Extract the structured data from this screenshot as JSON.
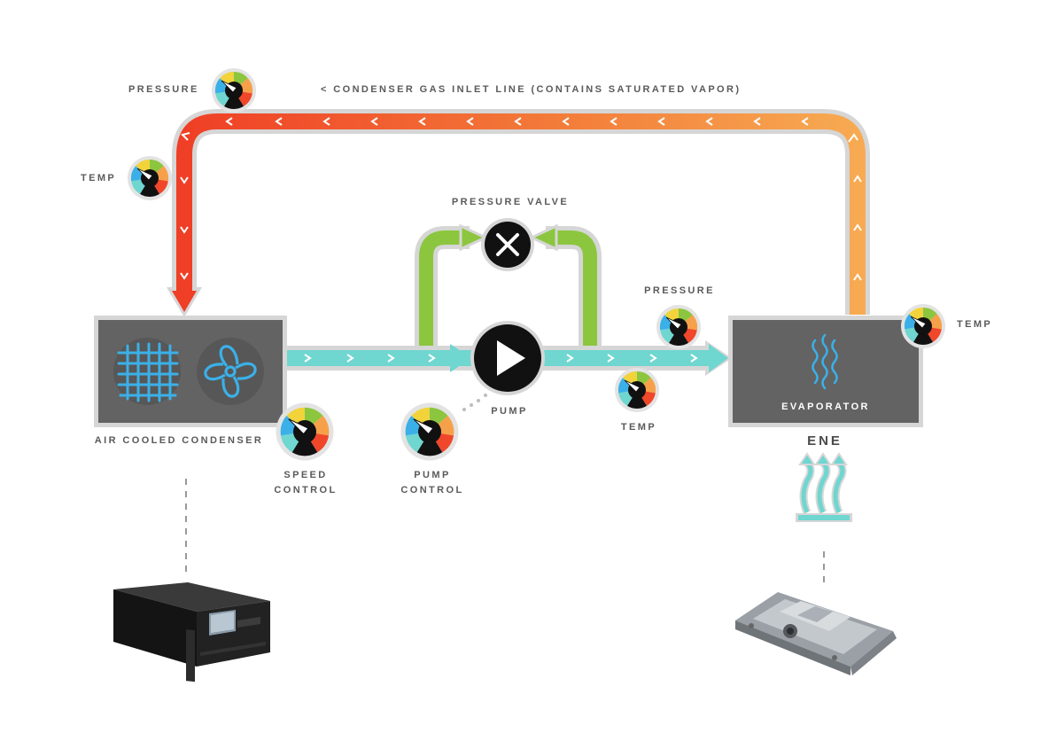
{
  "labels": {
    "inlet_line": "< CONDENSER GAS INLET LINE (CONTAINS SATURATED VAPOR)",
    "pressure_top": "PRESSURE",
    "temp_left": "TEMP",
    "pressure_valve": "PRESSURE VALVE",
    "pressure_right": "PRESSURE",
    "temp_right_evap": "TEMP",
    "temp_mid": "TEMP",
    "pump": "PUMP",
    "air_cooled_condenser": "AIR COOLED CONDENSER",
    "speed_control_1": "SPEED",
    "speed_control_2": "CONTROL",
    "pump_control_1": "PUMP",
    "pump_control_2": "CONTROL",
    "evaporator": "EVAPORATOR",
    "ene": "ENE"
  },
  "icons": {
    "gauge": "gauge-icon",
    "pump": "play-icon",
    "valve": "x-icon",
    "condenser_coil": "coil-icon",
    "fan": "fan-icon",
    "heat_wave": "heat-wave-icon",
    "heat_source": "heat-arrows-icon",
    "rack_unit": "server-rack-image",
    "ecu_device": "metal-device-image"
  },
  "colors": {
    "gas_line_hot": "#f0462a",
    "gas_line_warm": "#f6a14a",
    "liquid_line": "#6fd6d0",
    "bypass_line": "#8cc63f",
    "box_fill": "#636363",
    "outline": "#d6d6d6",
    "coil_blue": "#3bb0e8",
    "dark": "#111111"
  }
}
